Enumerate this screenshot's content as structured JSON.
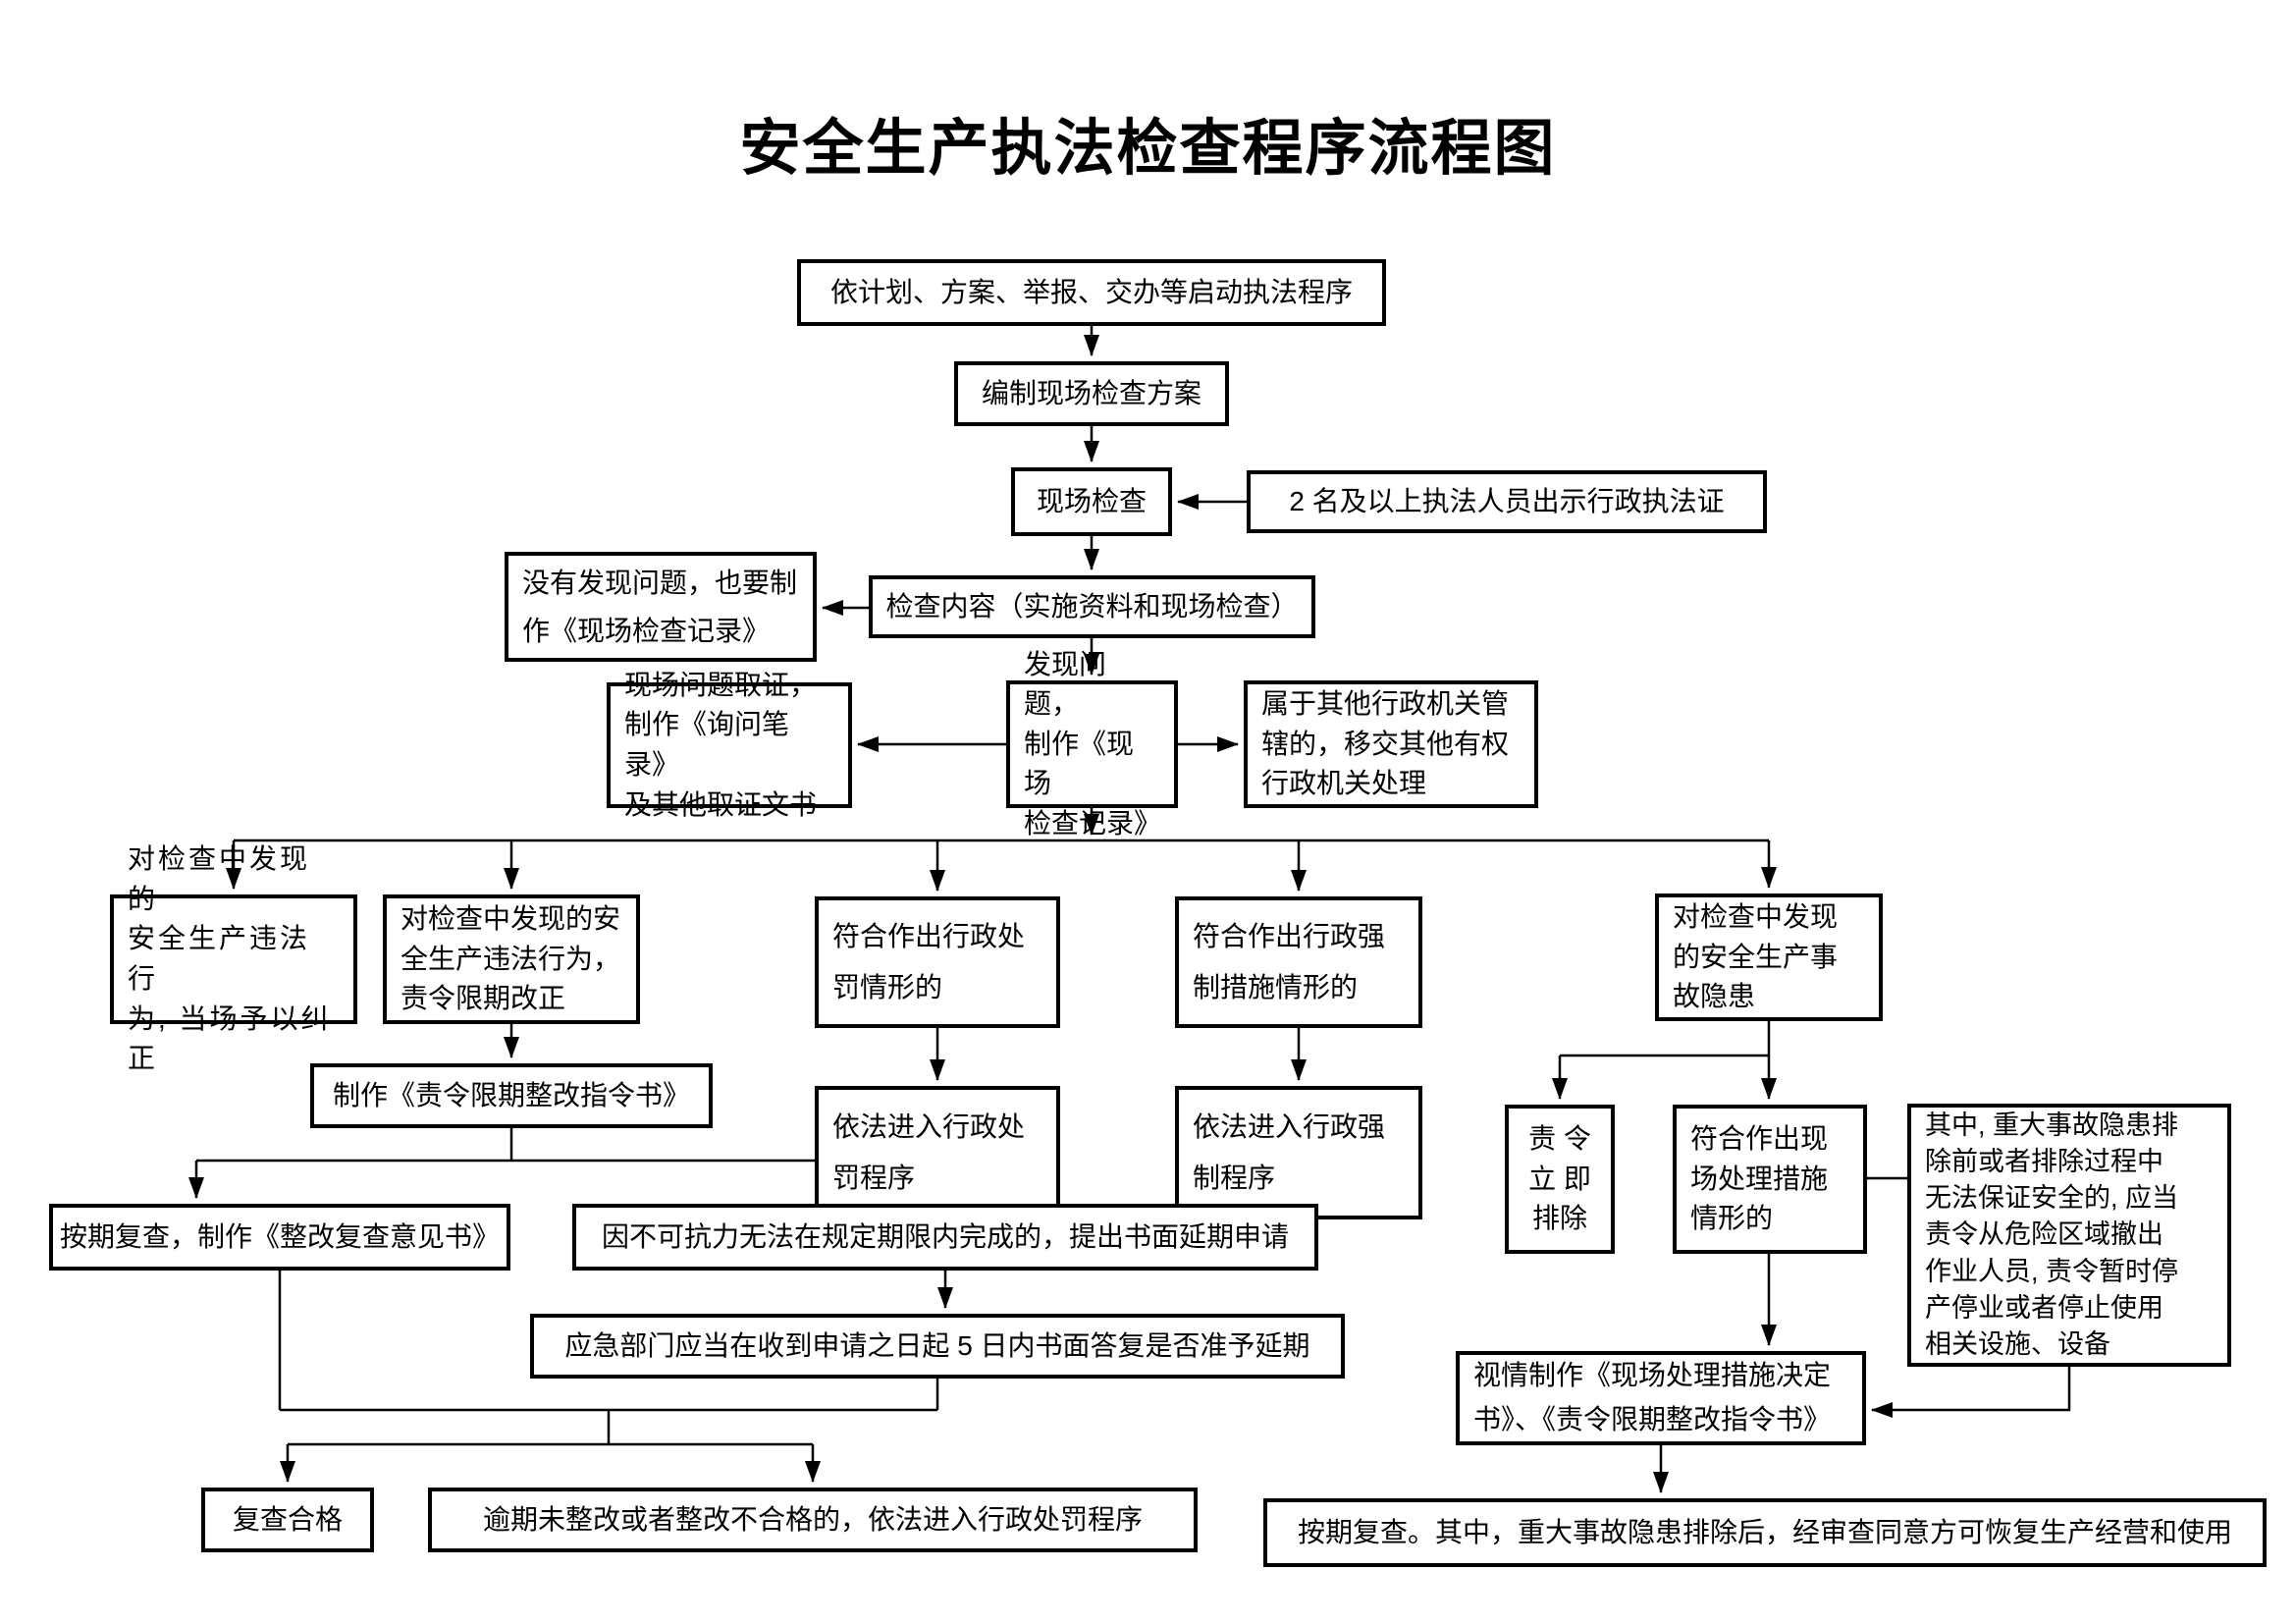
{
  "title": "安全生产执法检查程序流程图",
  "nodes": {
    "start": "依计划、方案、举报、交办等启动执法程序",
    "plan": "编制现场检查方案",
    "inspect": "现场检查",
    "officers": "2 名及以上执法人员出示行政执法证",
    "no_problem": "没有发现问题，也要制\n作《现场检查记录》",
    "content": "检查内容（实施资料和现场检查）",
    "found": "发现问题，\n制作《现场\n检查记录》",
    "evidence": "现场问题取证，\n制作《询问笔录》\n及其他取证文书",
    "transfer": "属于其他行政机关管\n辖的，移交其他有权\n行政机关处理",
    "correct_onsite": "对检查中发现的\n安全生产违法行\n为, 当场予以纠正",
    "order_rectify": "对检查中发现的安\n全生产违法行为，\n责令限期改正",
    "penalty_case": "符合作出行政处\n罚情形的",
    "coercive_case": "符合作出行政强\n制措施情形的",
    "hazard_found": "对检查中发现\n的安全生产事\n故隐患",
    "rectify_doc": "制作《责令限期整改指令书》",
    "review_ontime": "按期复查，制作《整改复查意见书》",
    "force_majeure": "因不可抗力无法在规定期限内完成的，提出书面延期申请",
    "emergency_reply": "应急部门应当在收到申请之日起 5 日内书面答复是否准予延期",
    "review_pass": "复查合格",
    "overdue_penalty": "逾期未整改或者整改不合格的，依法进入行政处罚程序",
    "penalty_procedure": "依法进入行政处\n罚程序",
    "coercive_procedure": "依法进入行政强\n制程序",
    "order_remove": "责 令\n立 即\n排除",
    "onsite_measure_case": "符合作出现\n场处理措施\n情形的",
    "major_hazard_note": "其中, 重大事故隐患排\n除前或者排除过程中\n无法保证安全的, 应当\n责令从危险区域撤出\n作业人员, 责令暂时停\n产停业或者停止使用\n相关设施、设备",
    "decision_docs": "视情制作《现场处理措施决定\n书》、《责令限期整改指令书》",
    "review_resume": "按期复查。其中，重大事故隐患排除后，经审查同意方可恢复生产经营和使用"
  },
  "colors": {
    "line": "#000000",
    "box_border": "#000000",
    "box_bg": "#ffffff",
    "text": "#000000",
    "page_bg": "#ffffff"
  }
}
